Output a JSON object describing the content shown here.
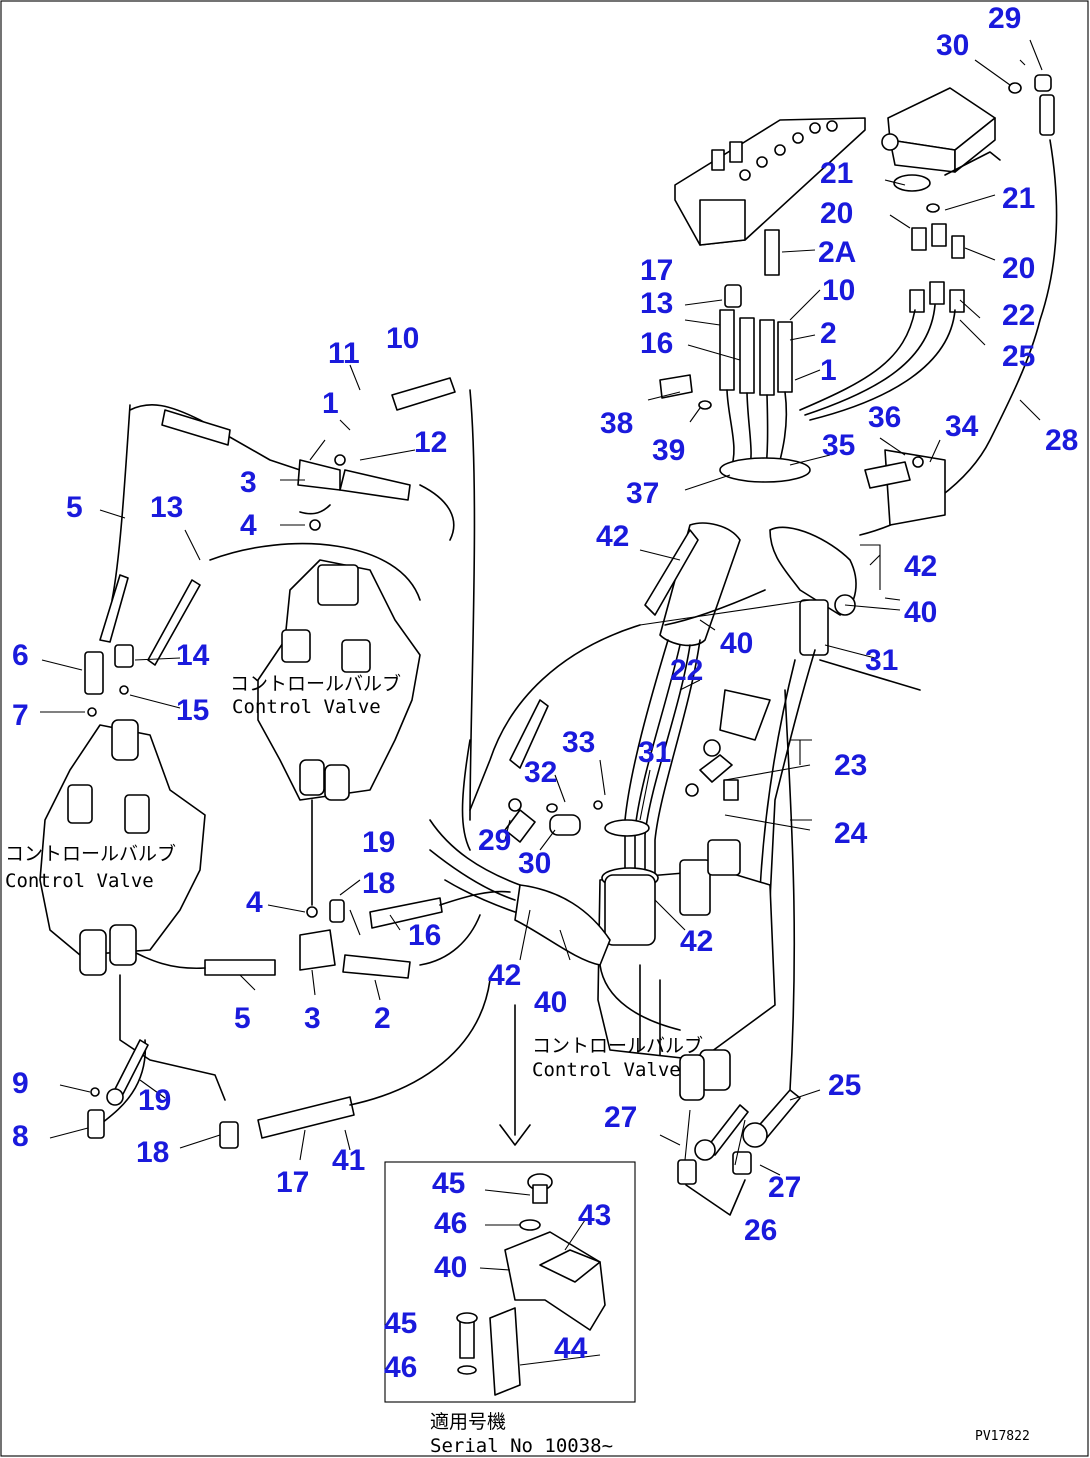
{
  "diagram": {
    "control_valve_jp": "コントロールバルブ",
    "control_valve_en": "Control Valve",
    "inset_jp": "適用号機",
    "inset_serial": "Serial No 10038~",
    "drawing_code": "PV17822",
    "callouts": {
      "c29a": "29",
      "c30a": "30",
      "c21a": "21",
      "c21b": "21",
      "c20a": "20",
      "c20b": "20",
      "c2Aa": "2A",
      "c17a": "17",
      "c10a": "10",
      "c13a": "13",
      "c2a": "2",
      "c16a": "16",
      "c1a": "1",
      "c22a": "22",
      "c25a": "25",
      "c38a": "38",
      "c39a": "39",
      "c36a": "36",
      "c34a": "34",
      "c35a": "35",
      "c28a": "28",
      "c37a": "37",
      "c42a": "42",
      "c42b": "42",
      "c40a": "40",
      "c40b": "40",
      "c31a": "31",
      "c22b": "22",
      "c11a": "11",
      "c10b": "10",
      "c1b": "1",
      "c12a": "12",
      "c3a": "3",
      "c4a": "4",
      "c5a": "5",
      "c13b": "13",
      "c6a": "6",
      "c14a": "14",
      "c7a": "7",
      "c15a": "15",
      "c33a": "33",
      "c32a": "32",
      "c31b": "31",
      "c23a": "23",
      "c24a": "24",
      "c29b": "29",
      "c30b": "30",
      "c19a": "19",
      "c18a": "18",
      "c4b": "4",
      "c16b": "16",
      "c42c": "42",
      "c42d": "42",
      "c40c": "40",
      "c5b": "5",
      "c3b": "3",
      "c2b": "2",
      "c9a": "9",
      "c19b": "19",
      "c8a": "8",
      "c18b": "18",
      "c17b": "17",
      "c41a": "41",
      "c25b": "25",
      "c27a": "27",
      "c27b": "27",
      "c26a": "26",
      "c45a": "45",
      "c46a": "46",
      "c43a": "43",
      "c40d": "40",
      "c45b": "45",
      "c46b": "46",
      "c44a": "44"
    }
  }
}
